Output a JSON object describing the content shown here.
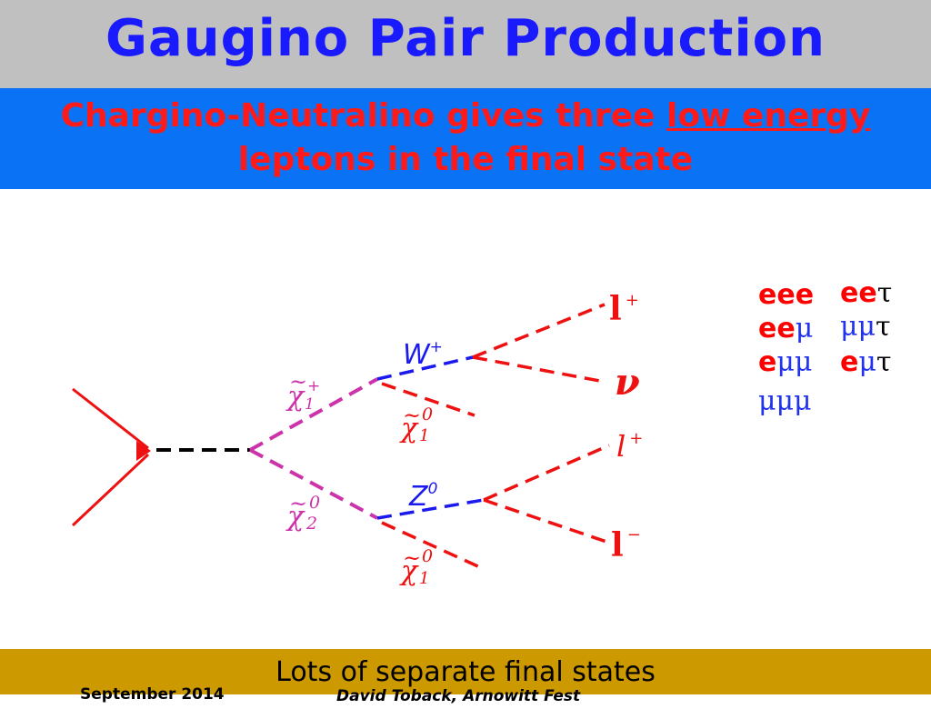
{
  "title": "Gaugino Pair Production",
  "subtitle": {
    "part1": "Chargino-Neutralino gives three ",
    "underlined": "low energy",
    "line2": "leptons in the final state"
  },
  "diagram": {
    "w_label": "W",
    "w_sup": "+",
    "z_label": "Z",
    "z_sup": "0",
    "chi1_plus": {
      "tilde": "~",
      "symbol": "χ",
      "sub": "1",
      "sup": "+"
    },
    "chi2_zero": {
      "tilde": "~",
      "symbol": "χ",
      "sub": "2",
      "sup": "0"
    },
    "chi1_zero_top": {
      "tilde": "~",
      "symbol": "χ",
      "sub": "1",
      "sup": "0"
    },
    "chi1_zero_bottom": {
      "tilde": "~",
      "symbol": "χ",
      "sub": "1",
      "sup": "0"
    },
    "lepton_plus_top": {
      "symbol": "l",
      "sup": "+"
    },
    "neutrino": "ν",
    "lepton_plus_mid": {
      "symbol": "l",
      "sup": "+"
    },
    "lepton_minus": {
      "symbol": "l",
      "sup": "−"
    }
  },
  "final_states": {
    "col1": [
      {
        "e": "eee",
        "mu": ""
      },
      {
        "e": "ee",
        "mu": "μ"
      },
      {
        "e": "e",
        "mu": "μμ"
      },
      {
        "e": "",
        "mu": "μμμ"
      }
    ],
    "col2": [
      {
        "e": "ee",
        "mu": "",
        "tau": "τ"
      },
      {
        "e": "",
        "mu": "μμ",
        "tau": "τ"
      },
      {
        "e": "e",
        "mu": "μ",
        "tau": "τ"
      }
    ]
  },
  "bottom_text": "Lots of separate final states",
  "footer": {
    "date": "September 2014",
    "author": "David Toback, Arnowitt Fest"
  },
  "colors": {
    "title": "#1a1aff",
    "title_bar": "#c0c0c0",
    "subtitle_bar": "#0a73f5",
    "subtitle_text": "#ff1a1a",
    "magenta": "#cc33aa",
    "boson_blue": "#1a1aee",
    "lepton_red": "#ee1111",
    "bottom_bar": "#cc9900"
  }
}
